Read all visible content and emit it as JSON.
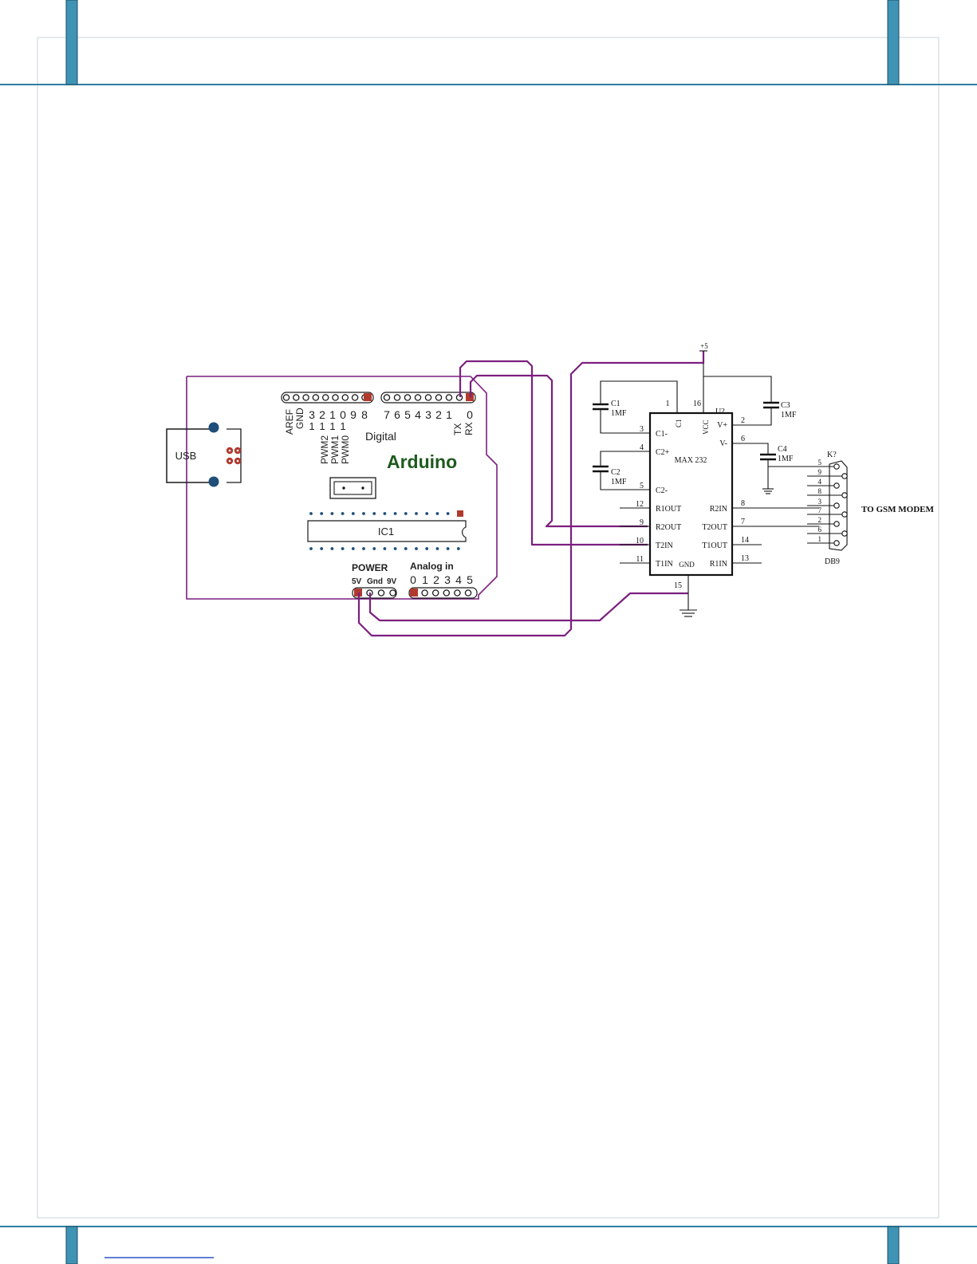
{
  "arduino": {
    "board_name": "Arduino",
    "digital_label": "Digital",
    "usb_label": "USB",
    "ic_label": "IC1",
    "power_label": "POWER",
    "analog_label": "Analog in",
    "power_pins": [
      "5V",
      "Gnd",
      "9V"
    ],
    "analog_pins": [
      "0",
      "1",
      "2",
      "3",
      "4",
      "5"
    ],
    "aref_label": "AREF",
    "gnd_label": "GND",
    "digital_high_pins": [
      "3",
      "2",
      "1",
      "0",
      "9",
      "8"
    ],
    "digital_high_tens": [
      "1",
      "1",
      "1",
      "1"
    ],
    "digital_low_pins": [
      "7",
      "6",
      "5",
      "4",
      "3",
      "2",
      "1",
      "0"
    ],
    "pwm_labels": [
      "PWM2",
      "PWM1",
      "PWM0"
    ],
    "tx_label": "TX",
    "rx_label": "RX"
  },
  "max232": {
    "part_name": "MAX 232",
    "ref": "U?",
    "vcc_label": "VCC",
    "c1plus_label": "C1",
    "supply_label": "+5",
    "gnd_label": "GND",
    "left_pins": [
      {
        "num": "3",
        "name": "C1-"
      },
      {
        "num": "4",
        "name": "C2+"
      },
      {
        "num": "5",
        "name": "C2-"
      },
      {
        "num": "12",
        "name": "R1OUT"
      },
      {
        "num": "9",
        "name": "R2OUT"
      },
      {
        "num": "10",
        "name": "T2IN"
      },
      {
        "num": "11",
        "name": "T1IN"
      }
    ],
    "right_pins": [
      {
        "num": "2",
        "name": "V+"
      },
      {
        "num": "6",
        "name": "V-"
      },
      {
        "num": "8",
        "name": "R2IN"
      },
      {
        "num": "7",
        "name": "T2OUT"
      },
      {
        "num": "14",
        "name": "T1OUT"
      },
      {
        "num": "13",
        "name": "R1IN"
      }
    ],
    "top_pins": [
      "1",
      "16"
    ],
    "bottom_pin": "15"
  },
  "capacitors": [
    {
      "name": "C1",
      "value": "1MF"
    },
    {
      "name": "C2",
      "value": "1MF"
    },
    {
      "name": "C3",
      "value": "1MF"
    },
    {
      "name": "C4",
      "value": "1MF"
    }
  ],
  "connector": {
    "ref": "K?",
    "name": "DB9",
    "pins": [
      "5",
      "9",
      "4",
      "8",
      "3",
      "7",
      "2",
      "6",
      "1"
    ],
    "destination": "TO GSM MODEM"
  },
  "colors": {
    "wire": "#7b1f7f",
    "frame_bar": "#3f93b5",
    "frame_line": "#2f7ea5",
    "pad_red": "#b13a2f",
    "dot_blue": "#1f4e79",
    "schematic": "#111111"
  }
}
